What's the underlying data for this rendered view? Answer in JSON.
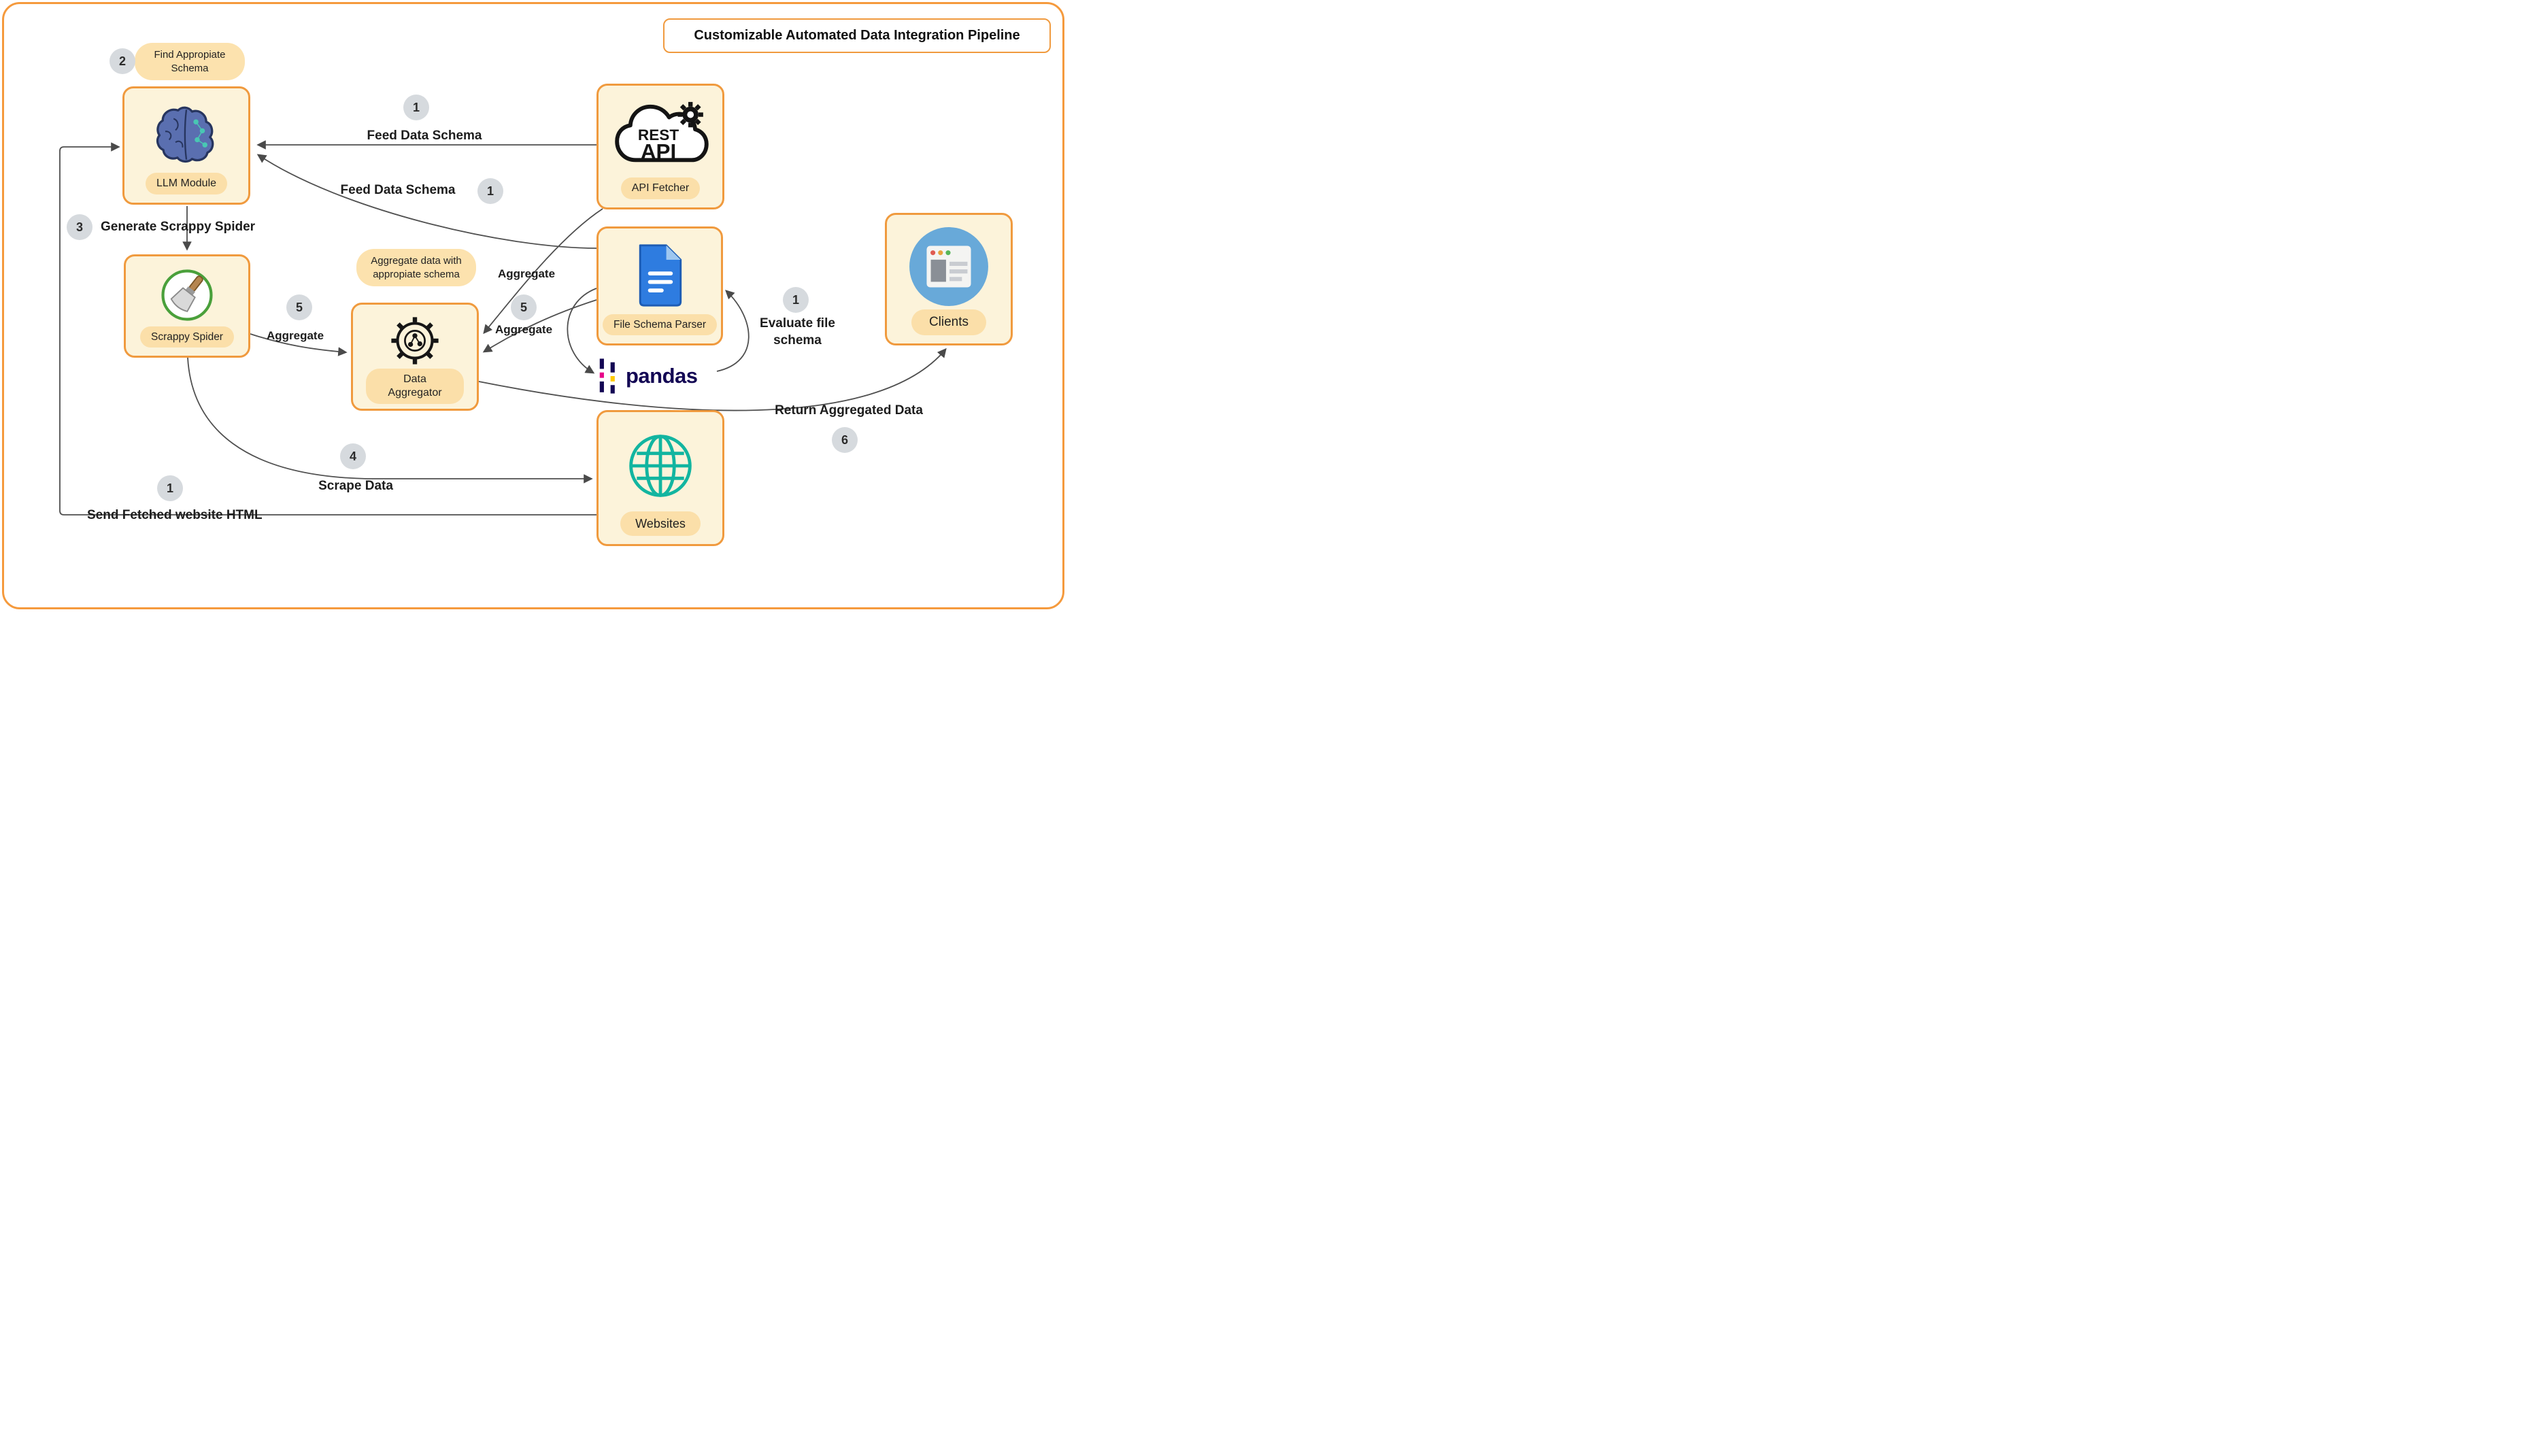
{
  "title": "Customizable Automated Data Integration Pipeline",
  "nodes": {
    "llm_module": {
      "label": "LLM Module"
    },
    "api_fetcher": {
      "label": "API Fetcher",
      "rest": "REST",
      "api": "API"
    },
    "scrappy_spider": {
      "label": "Scrappy Spider"
    },
    "data_aggregator": {
      "label": "Data Aggregator"
    },
    "file_schema_parser": {
      "label": "File Schema Parser"
    },
    "clients": {
      "label": "Clients"
    },
    "websites": {
      "label": "Websites"
    },
    "pandas": {
      "label": "pandas"
    }
  },
  "callouts": {
    "find_schema": {
      "badge": "2",
      "label": "Find Appropiate Schema"
    },
    "aggregate_schema": {
      "label": "Aggregate data with appropiate schema"
    }
  },
  "edges": {
    "feed_schema_api": {
      "badge": "1",
      "label": "Feed Data Schema"
    },
    "feed_schema_file": {
      "badge": "1",
      "label": "Feed Data Schema"
    },
    "generate_spider": {
      "badge": "3",
      "label": "Generate Scrappy Spider"
    },
    "aggregate_spider": {
      "badge": "5",
      "label": "Aggregate"
    },
    "aggregate_api": {
      "label": "Aggregate"
    },
    "aggregate_file": {
      "badge": "5",
      "label": "Aggregate"
    },
    "scrape_data": {
      "badge": "4",
      "label": "Scrape Data"
    },
    "send_html": {
      "badge": "1",
      "label": "Send Fetched website HTML"
    },
    "evaluate_file": {
      "badge": "1",
      "label": "Evaluate file schema"
    },
    "return_aggregated": {
      "badge": "6",
      "label": "Return Aggregated Data"
    }
  }
}
